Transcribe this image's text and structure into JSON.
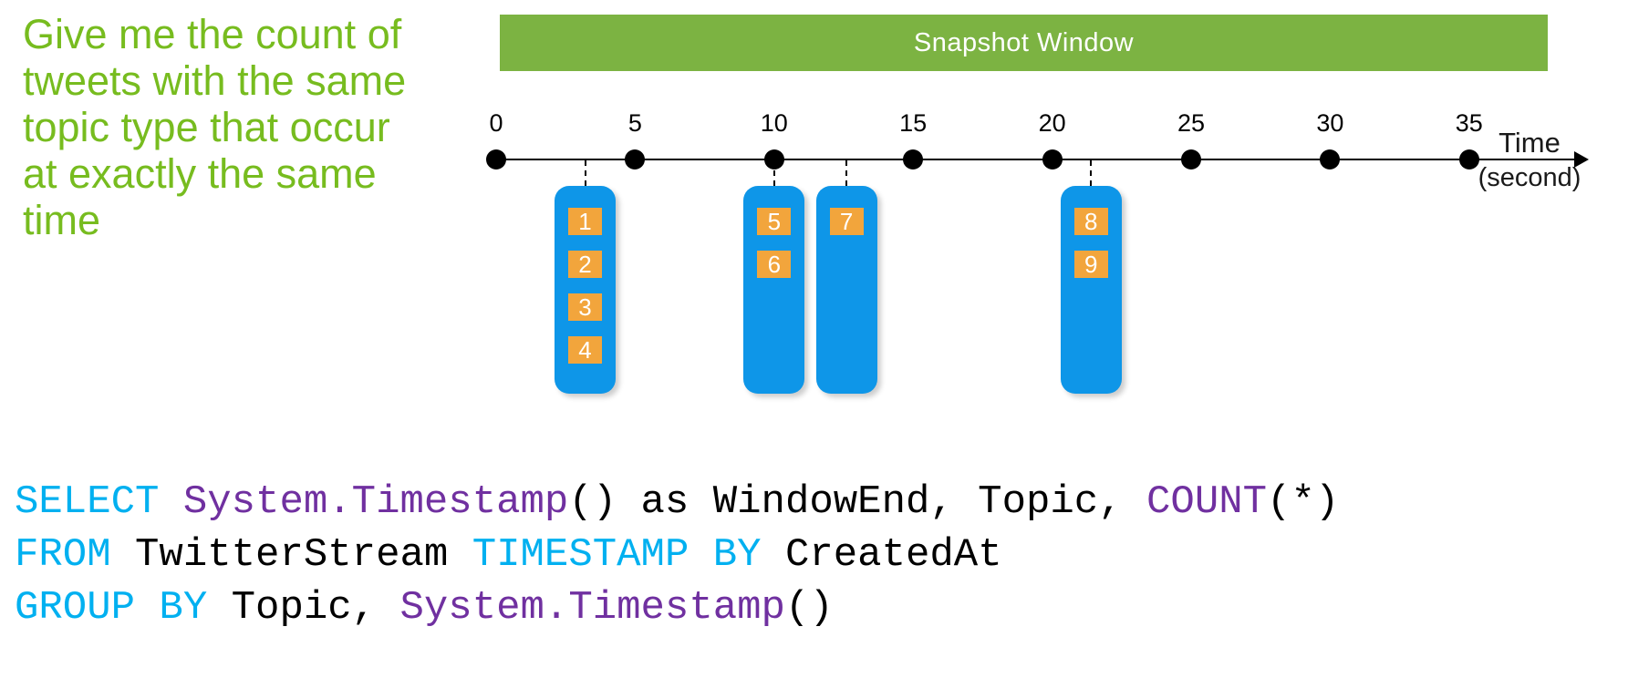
{
  "instruction": {
    "lines": [
      "Give me the count of",
      "tweets with the same",
      "topic type that occur",
      "at exactly the same",
      "time"
    ],
    "color": "#77BC1F"
  },
  "banner": {
    "label": "Snapshot Window",
    "fill_color": "#7CB342",
    "text_color": "#FFFFFF"
  },
  "timeline": {
    "tick_labels": [
      "0",
      "5",
      "10",
      "15",
      "20",
      "25",
      "30",
      "35"
    ],
    "tick_interval_seconds": 5,
    "axis_label_line1": "Time",
    "axis_label_line2": "(second)"
  },
  "event_groups": [
    {
      "time_seconds": 3.2,
      "events": [
        "1",
        "2",
        "3",
        "4"
      ]
    },
    {
      "time_seconds": 10,
      "events": [
        "5",
        "6"
      ]
    },
    {
      "time_seconds": 12.6,
      "events": [
        "7"
      ]
    },
    {
      "time_seconds": 21.4,
      "events": [
        "8",
        "9"
      ]
    }
  ],
  "colors": {
    "event_group_fill": "#0E96E8",
    "event_fill": "#F2A53C",
    "event_text": "#FFFFFF",
    "keyword": "#00B0F0",
    "function": "#7030A0",
    "plain": "#000000"
  },
  "code": {
    "lines": [
      [
        {
          "text": "SELECT ",
          "type": "keyword"
        },
        {
          "text": "System.Timestamp",
          "type": "function"
        },
        {
          "text": "() as WindowEnd, Topic, ",
          "type": "plain"
        },
        {
          "text": "COUNT",
          "type": "function"
        },
        {
          "text": "(*)",
          "type": "plain"
        }
      ],
      [
        {
          "text": "FROM ",
          "type": "keyword"
        },
        {
          "text": "TwitterStream ",
          "type": "plain"
        },
        {
          "text": "TIMESTAMP BY ",
          "type": "keyword"
        },
        {
          "text": "CreatedAt",
          "type": "plain"
        }
      ],
      [
        {
          "text": "GROUP BY ",
          "type": "keyword"
        },
        {
          "text": "Topic, ",
          "type": "plain"
        },
        {
          "text": "System.Timestamp",
          "type": "function"
        },
        {
          "text": "()",
          "type": "plain"
        }
      ]
    ]
  }
}
